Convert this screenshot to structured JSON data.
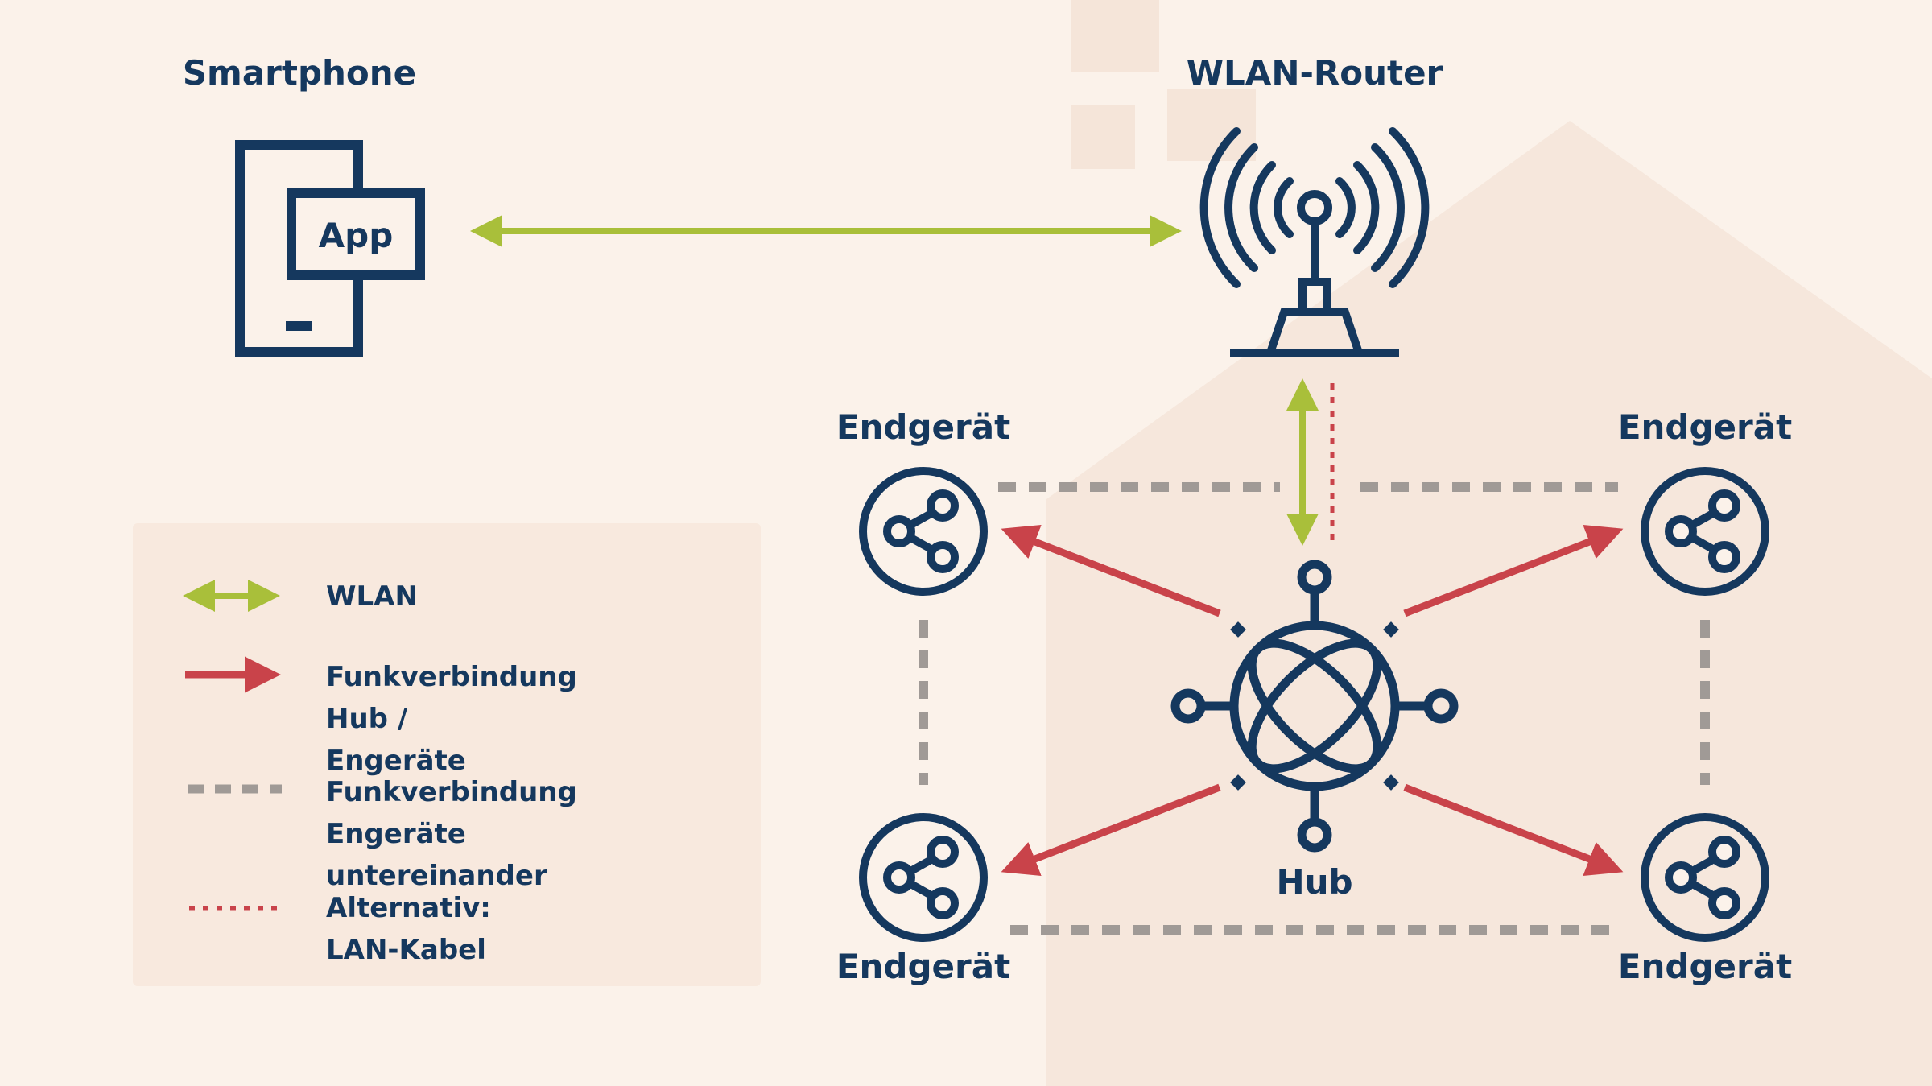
{
  "nodes": {
    "smartphone_title": "Smartphone",
    "app_label": "App",
    "router_title": "WLAN-Router",
    "hub_label": "Hub",
    "device_tl": "Endgerät",
    "device_tr": "Endgerät",
    "device_bl": "Endgerät",
    "device_br": "Endgerät"
  },
  "legend": {
    "wlan": "WLAN",
    "hub_link": "Funkverbindung Hub /\nEngeräte",
    "mesh_link": "Funkverbindung\nEngeräte untereinander",
    "lan": "Alternativ: LAN-Kabel"
  },
  "colors": {
    "navy": "#15385e",
    "wlan_green": "#a9bf3a",
    "radio_red": "#c9434a",
    "mesh_gray": "#a09a96",
    "background": "#fbf2ea"
  },
  "icons": {
    "smartphone": "smartphone-app-icon",
    "router": "wifi-antenna-icon",
    "hub": "hub-globe-icon",
    "device": "share-node-icon"
  }
}
